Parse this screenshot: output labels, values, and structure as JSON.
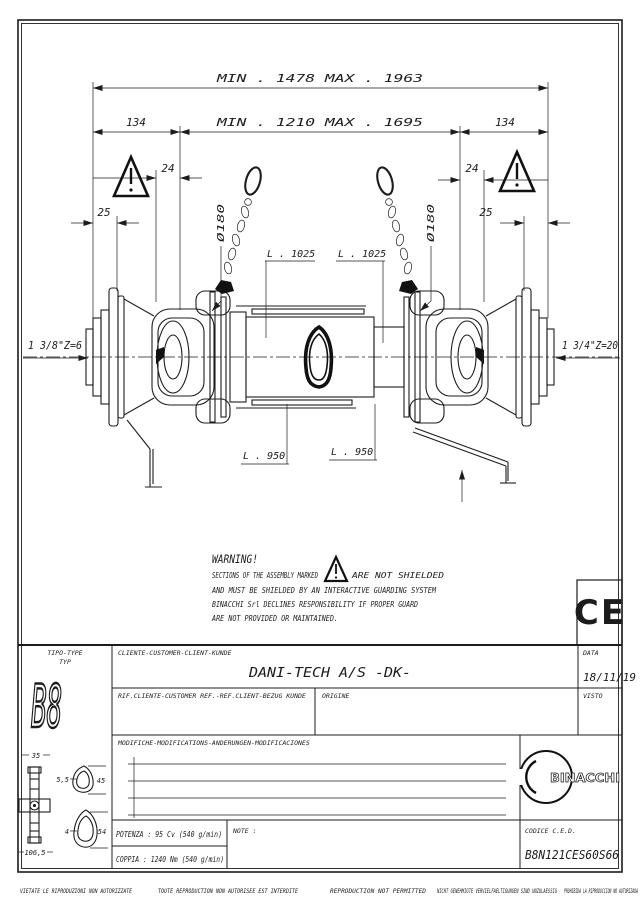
{
  "dimensions": {
    "overall": "MIN . 1478   MAX . 1963",
    "intermediate": "MIN . 1210   MAX . 1695",
    "guard_left": "134",
    "guard_right": "134",
    "overlap_left": "24",
    "overlap_right": "24",
    "end_left": "25",
    "end_right": "25",
    "cone_dia_left": "Ø180",
    "cone_dia_right": "Ø180",
    "guard_tube_left": "L . 1025",
    "guard_tube_right": "L . 1025",
    "tube_left": "L . 950",
    "tube_right": "L . 950",
    "spline_left": "1 3/8\"Z=6",
    "spline_right": "1 3/4\"Z=20"
  },
  "warning": {
    "title": "WARNING!",
    "line1_before": "SECTIONS OF THE ASSEMBLY MARKED",
    "line1_after": "ARE NOT SHIELDED",
    "line2": "AND MUST BE SHIELDED BY AN INTERACTIVE GUARDING SYSTEM",
    "line3": "BINACCHI Srl DECLINES RESPONSIBILITY IF PROPER GUARD",
    "line4": "ARE NOT PROVIDED OR MAINTAINED."
  },
  "ce_mark": "CE",
  "title_block": {
    "type_label1": "TIPO-TYPE",
    "type_label2": "TYP",
    "type_value": "B8",
    "customer_label": "CLIENTE-CUSTOMER-CLIENT-KUNDE",
    "customer_value": "DANI-TECH A/S  -DK-",
    "date_label": "DATA",
    "date_value": "18/11/19",
    "customer_ref_label": "RIF.CLIENTE-CUSTOMER REF.-REF.CLIENT-BEZUG KUNDE",
    "origin_label": "ORIGINE",
    "approved_label": "VISTO",
    "modifications_label": "MODIFICHE-MODIFICATIONS-ANDERUNGEN-MODIFICACIONES",
    "brand": "BINACCHI",
    "power_value": "POTENZA : 95 Cv (540 g/min)",
    "torque_value": "COPPIA : 1240 Nm (540 g/min)",
    "note_label": "NOTE :",
    "code_label": "CODICE C.E.D.",
    "code_value": "B8N121CES60S66",
    "cross_width": "35",
    "cross_length": "106,5",
    "profile1_wall": "5,5",
    "profile1_size": "45",
    "profile2_wall": "4",
    "profile2_size": "54"
  },
  "footer": {
    "it": "VIETATE LE RIPRODUZIONI NON AUTORIZZATE",
    "fr": "TOUTE REPRODUCTION NON AUTORISEE EST INTERDITE",
    "en": "REPRODUCTION NOT PERMITTED",
    "de": "NICHT GENEHMIGTE VERVIELFAELTIGUNGEN SIND UNZULAESSIG",
    "es": "PROHIBIDA LA RIPRODUCCION NO AUTORIZADA"
  }
}
